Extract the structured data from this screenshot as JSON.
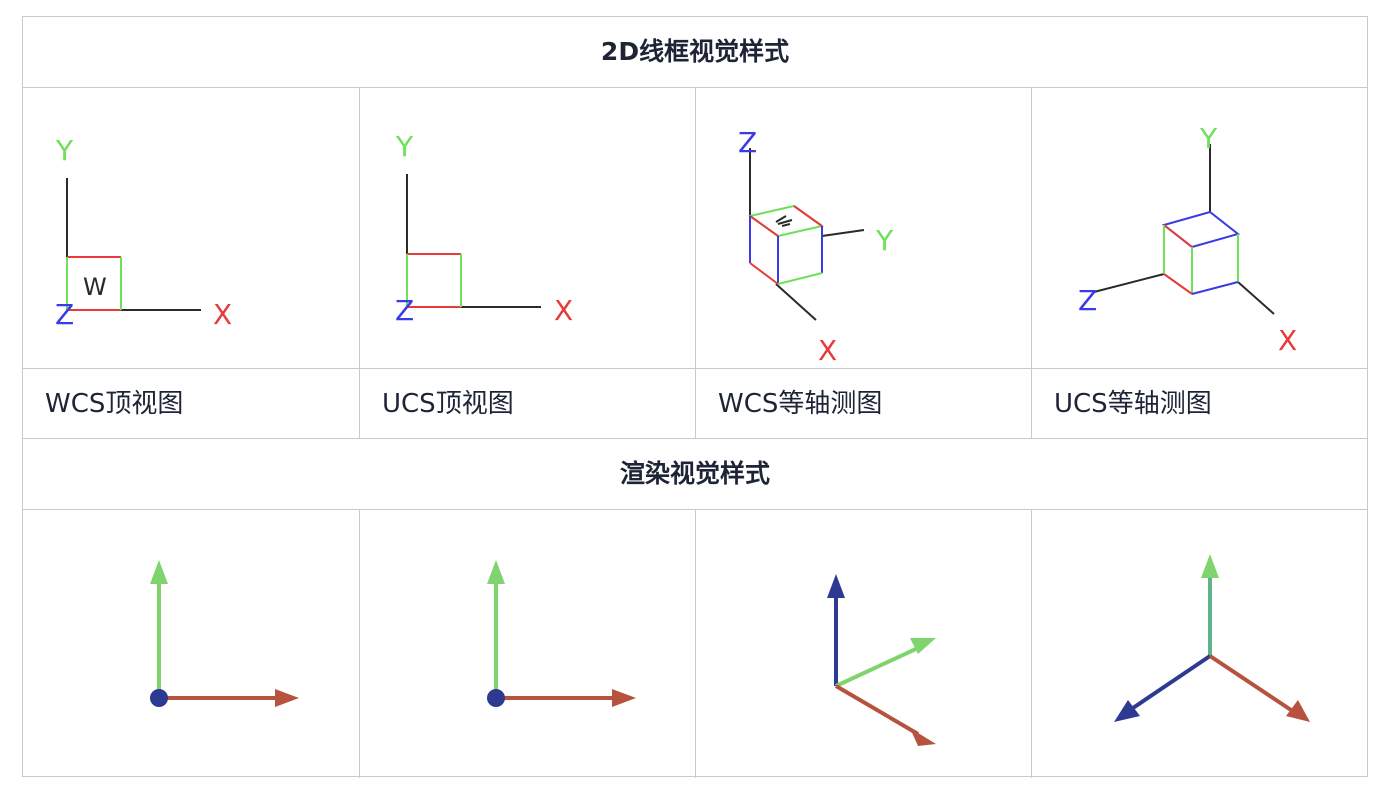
{
  "sections": {
    "wireframe_title": "2D线框视觉样式",
    "rendered_title": "渲染视觉样式"
  },
  "captions": [
    "WCS顶视图",
    "UCS顶视图",
    "WCS等轴测图",
    "UCS等轴测图"
  ],
  "axis_labels": {
    "x": "X",
    "y": "Y",
    "z": "Z",
    "w": "W"
  },
  "colors": {
    "x_axis": "#e83a3a",
    "y_axis": "#6ee05a",
    "z_axis": "#3a3ae8",
    "line": "#2a2a2a",
    "border": "#c8c8d0",
    "text": "#1c2436",
    "arrow_x": "#b5533e",
    "arrow_y": "#7fd46e",
    "arrow_z": "#2e3a92"
  }
}
